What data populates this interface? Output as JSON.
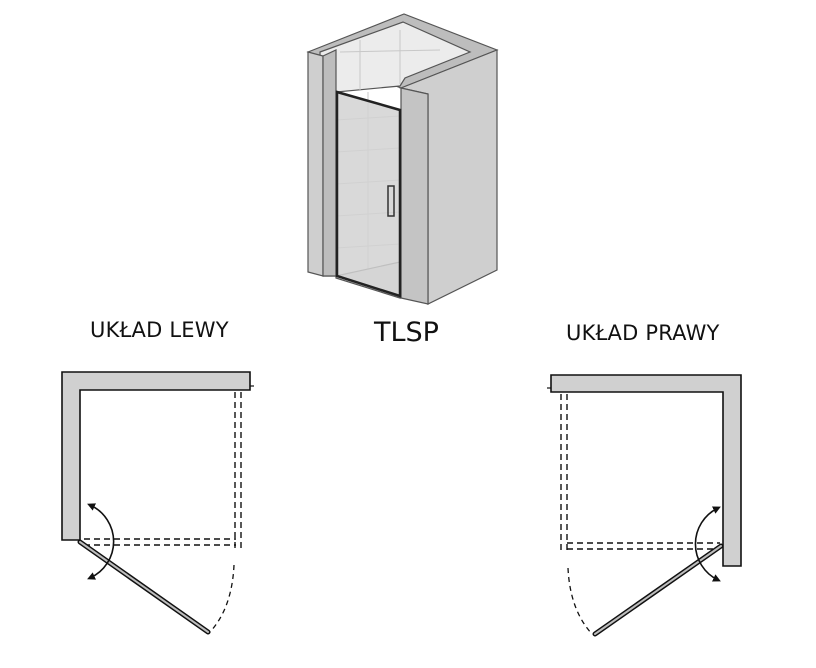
{
  "labels": {
    "left_layout": "UKŁAD LEWY",
    "model": "TLSP",
    "right_layout": "UKŁAD PRAWY"
  },
  "colors": {
    "wall_fill": "#cfcfcf",
    "wall_top": "#bdbdbd",
    "tile_fill": "#ececec",
    "outline": "#1a1a1a"
  }
}
